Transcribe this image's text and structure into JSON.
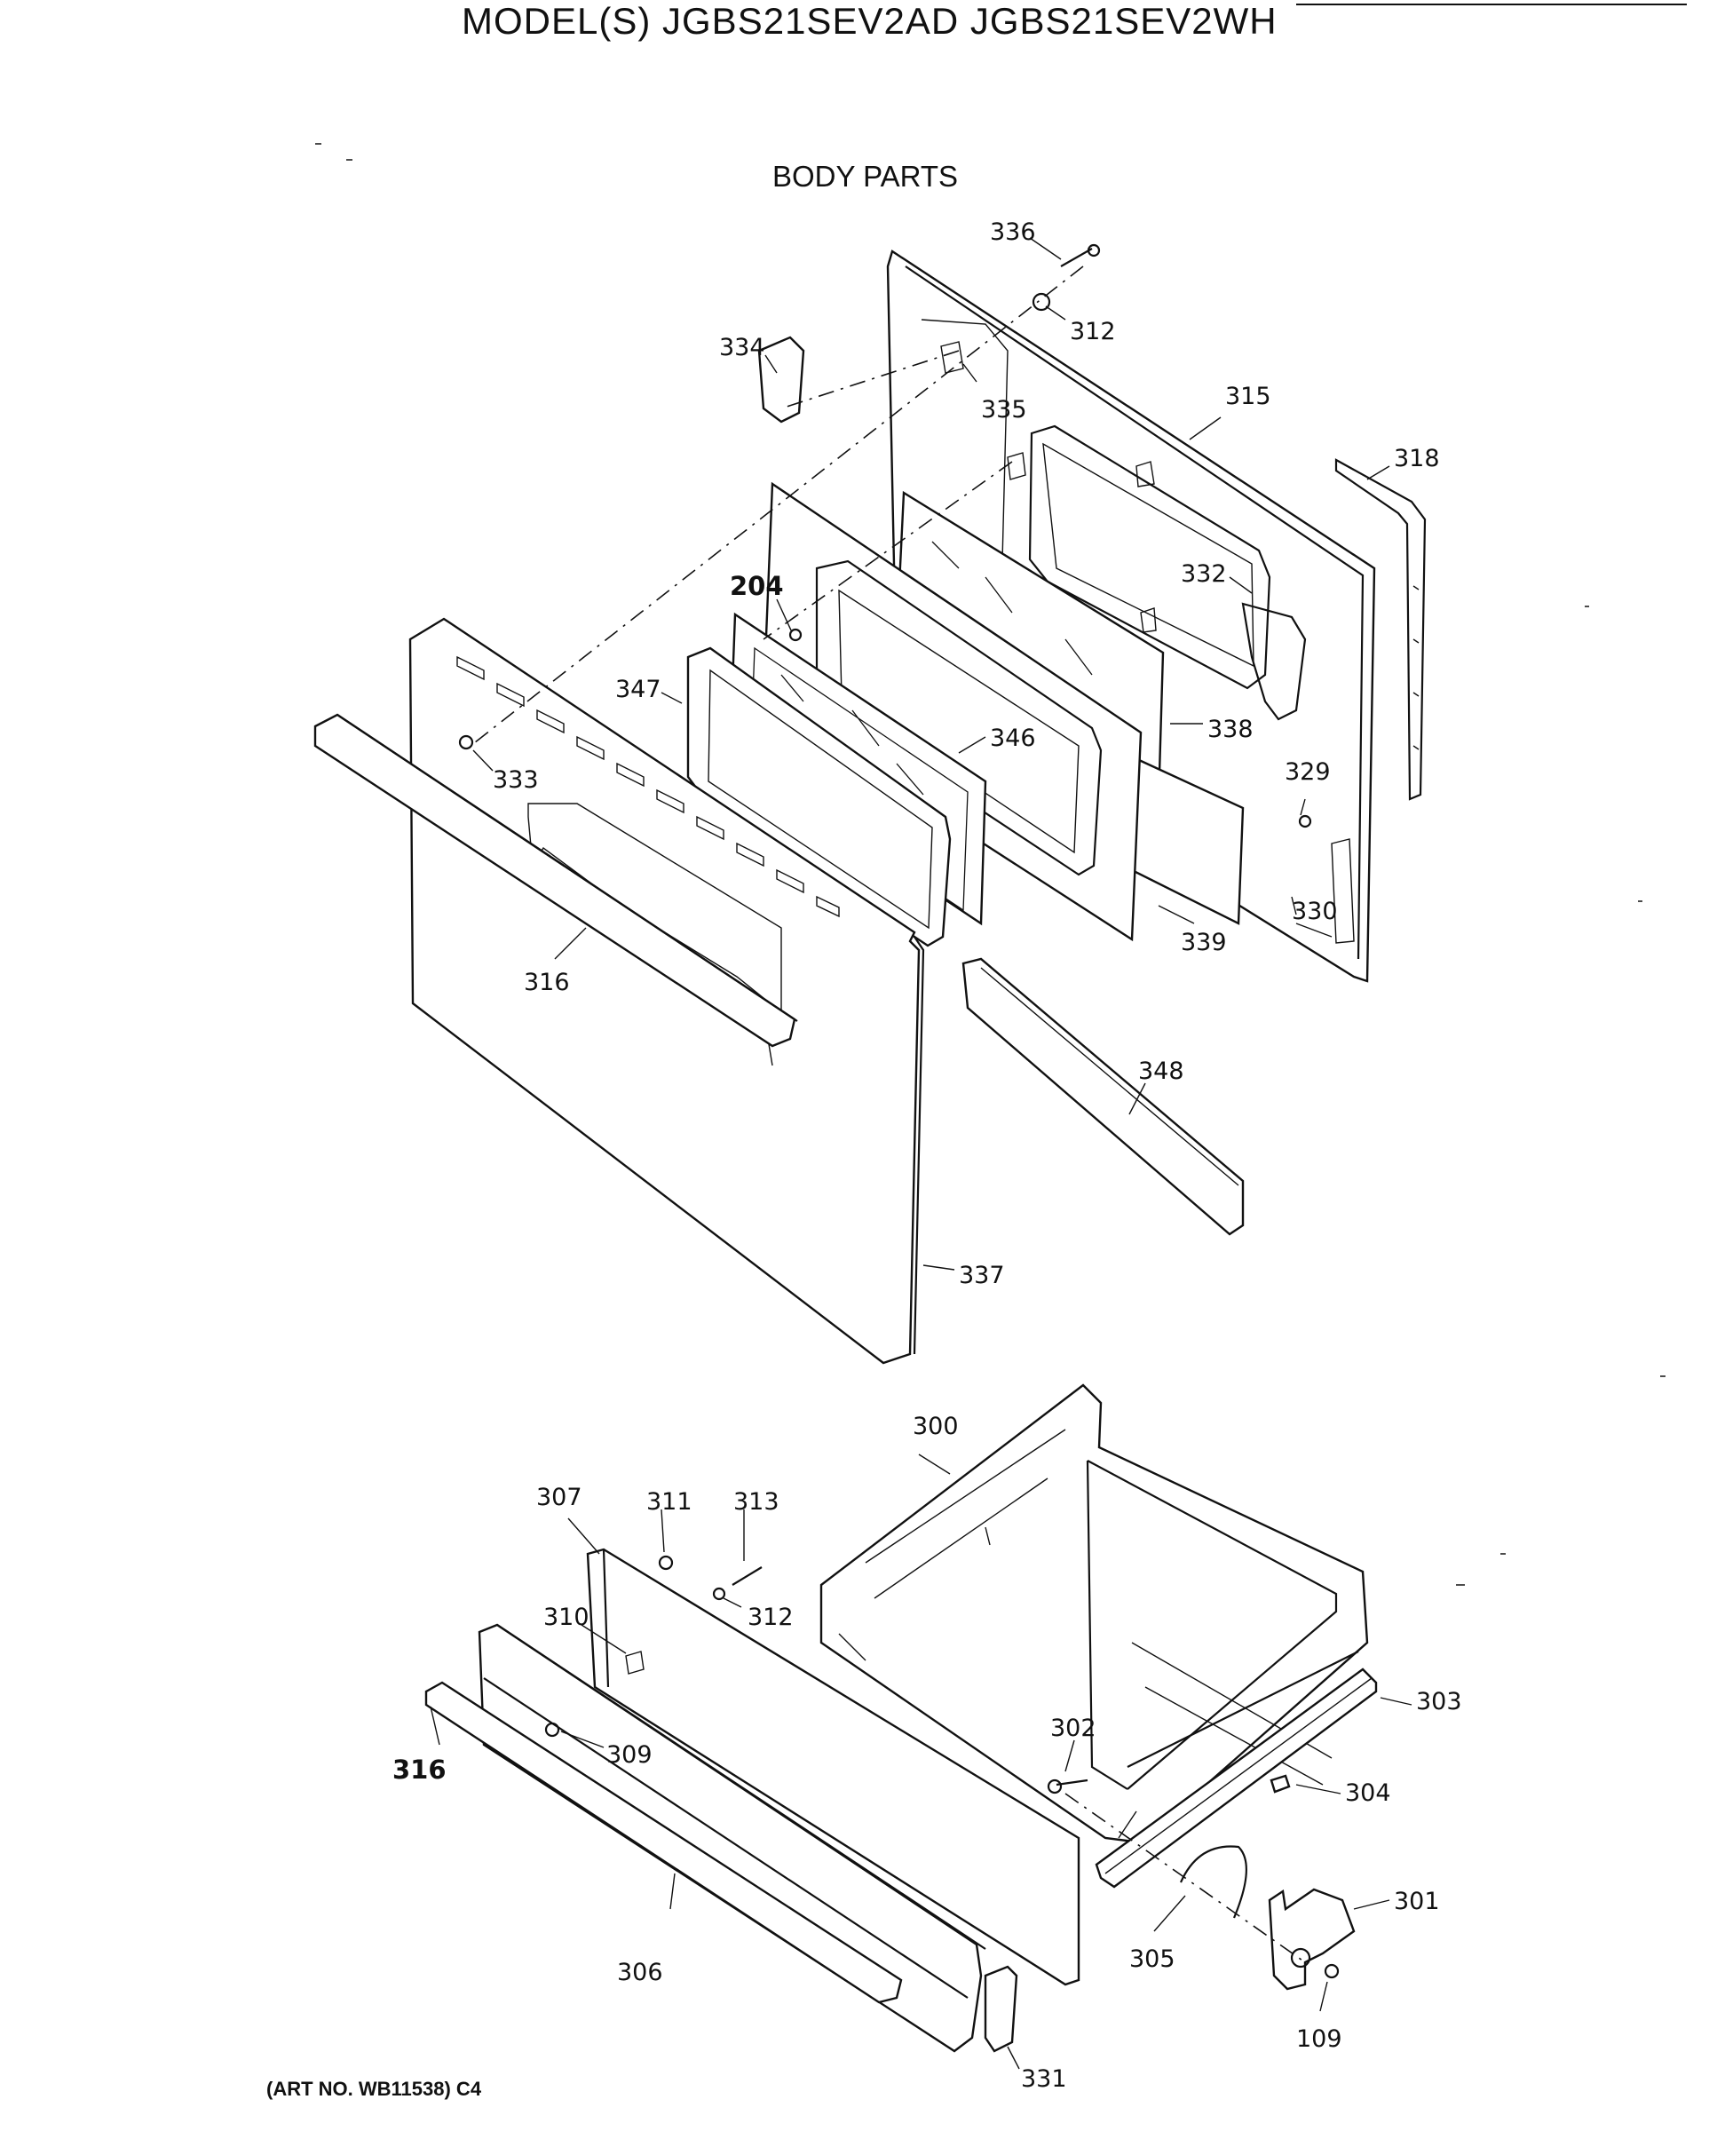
{
  "header": {
    "title": "MODEL(S) JGBS21SEV2AD  JGBS21SEV2WH",
    "section": "BODY PARTS",
    "art_number": "(ART NO. WB11538) C4"
  },
  "callouts": {
    "c336": "336",
    "c312a": "312",
    "c334": "334",
    "c335": "335",
    "c315": "315",
    "c318": "318",
    "c332": "332",
    "c204": "204",
    "c347": "347",
    "c346": "346",
    "c338": "338",
    "c329": "329",
    "c333": "333",
    "c330": "330",
    "c339": "339",
    "c316a": "316",
    "c348": "348",
    "c337": "337",
    "c300": "300",
    "c307": "307",
    "c311": "311",
    "c313": "313",
    "c312b": "312",
    "c310": "310",
    "c303": "303",
    "c302": "302",
    "c316b": "316",
    "c309": "309",
    "c304": "304",
    "c301": "301",
    "c305": "305",
    "c306": "306",
    "c109": "109",
    "c331": "331"
  }
}
